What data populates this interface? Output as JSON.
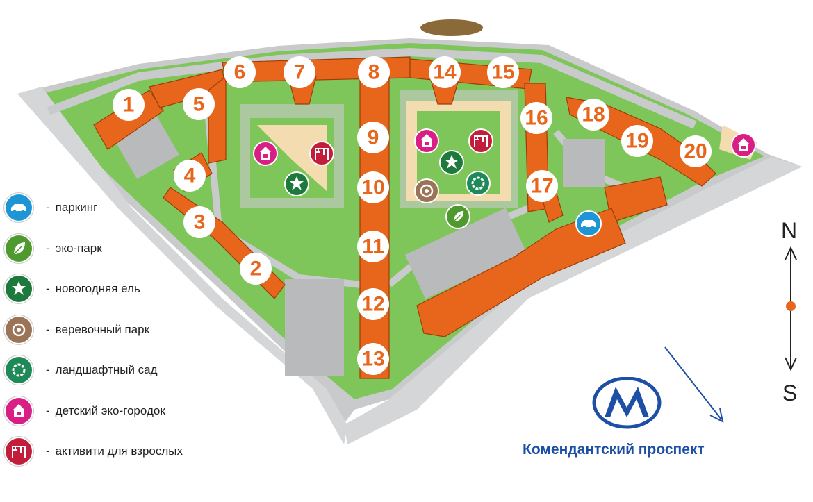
{
  "buildings": [
    "1",
    "2",
    "3",
    "4",
    "5",
    "6",
    "7",
    "8",
    "9",
    "10",
    "11",
    "12",
    "13",
    "14",
    "15",
    "16",
    "17",
    "18",
    "19",
    "20"
  ],
  "legend": [
    {
      "icon": "parking-icon",
      "color": "#1e96d6",
      "label": "паркинг"
    },
    {
      "icon": "eco-park-icon",
      "color": "#4f9a2e",
      "label": "эко-парк"
    },
    {
      "icon": "new-year-tree-icon",
      "color": "#1d7a3c",
      "label": "новогодняя ель"
    },
    {
      "icon": "rope-park-icon",
      "color": "#9b7356",
      "label": "веревочный парк"
    },
    {
      "icon": "landscape-garden-icon",
      "color": "#1f8a58",
      "label": "ландшафтный сад"
    },
    {
      "icon": "kids-town-icon",
      "color": "#d91f86",
      "label": "детский эко-городок"
    },
    {
      "icon": "adult-activity-icon",
      "color": "#c21d3b",
      "label": "активити для взрослых"
    }
  ],
  "dash": "-",
  "metro": {
    "station": "Комендантский проспект",
    "color": "#1d4fa5"
  },
  "compass": {
    "north": "N",
    "south": "S"
  },
  "colors": {
    "building": "#e8661b",
    "grass": "#7fc65a",
    "road": "#c9cacb",
    "sand": "#f3dcb0"
  }
}
